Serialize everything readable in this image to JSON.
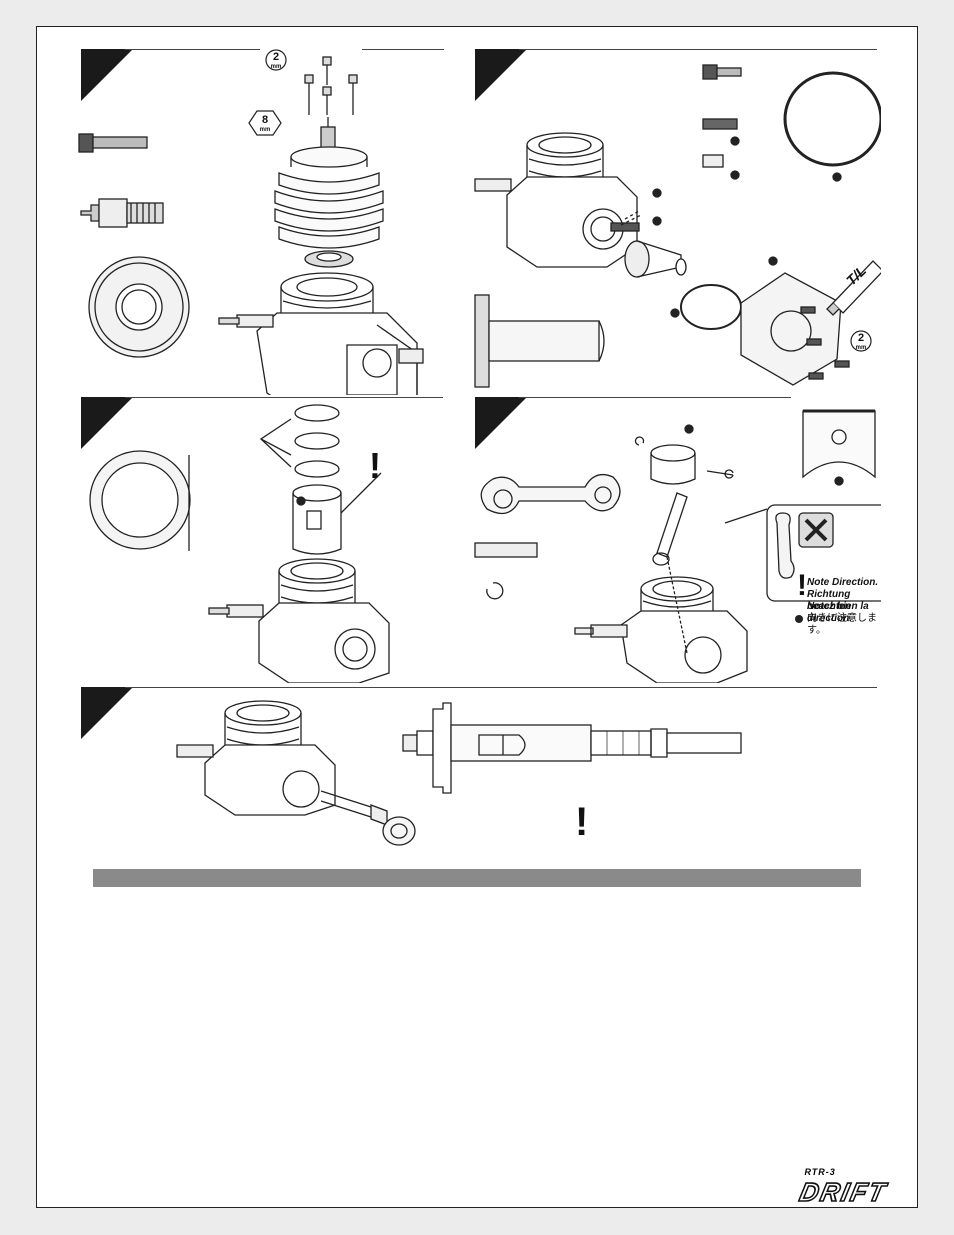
{
  "tools": {
    "hex_2mm": {
      "size": "2",
      "unit": "mm"
    },
    "hex_8mm": {
      "size": "8",
      "unit": "mm"
    }
  },
  "threadlock_label": "T/L",
  "warning_symbol": "!",
  "callout": {
    "en": "Note Direction.",
    "de": "Richtung beachten",
    "fr": "Notez bien la direction.",
    "jp": "向きに注意します。"
  },
  "logo": {
    "small": "RTR-3",
    "big": "DRIFT"
  },
  "colors": {
    "ink": "#222222",
    "bar": "#8a8a8a",
    "panel_tri": "#1a1a1a"
  }
}
